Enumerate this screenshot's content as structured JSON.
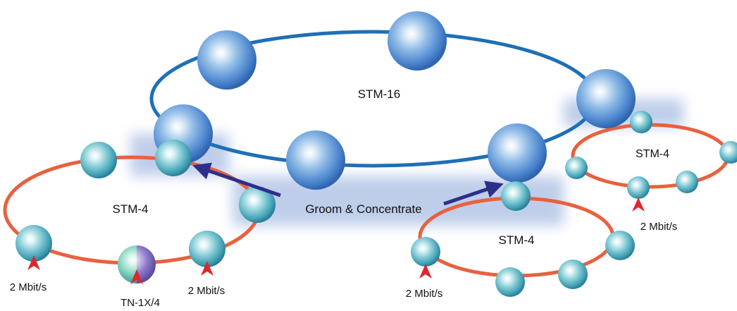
{
  "rings": {
    "core": {
      "label": "STM-16",
      "color": "#1f6fb5"
    },
    "left": {
      "label": "STM-4",
      "color": "#e8613e"
    },
    "bottom_right": {
      "label": "STM-4",
      "color": "#e8613e"
    },
    "top_right": {
      "label": "STM-4",
      "color": "#e8613e"
    }
  },
  "center_label": "Groom & Concentrate",
  "arrow_color": "#2e2f8a",
  "tributary_marker_color": "#e0252e",
  "tributaries": {
    "left_a": "2 Mbit/s",
    "left_b": "TN-1X/4",
    "left_c": "2 Mbit/s",
    "bottom_right": "2 Mbit/s",
    "top_right": "2 Mbit/s"
  }
}
